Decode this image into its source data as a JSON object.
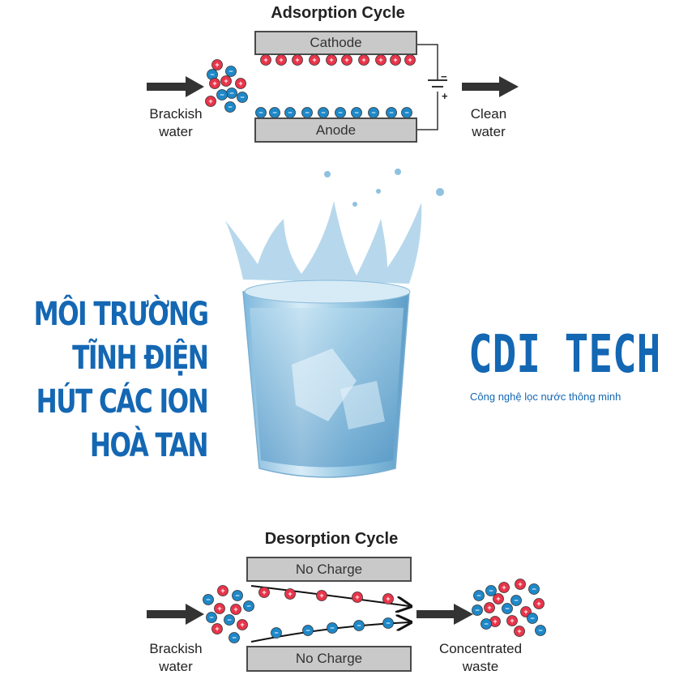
{
  "adsorption": {
    "title": "Adsorption Cycle",
    "top_plate": "Cathode",
    "bottom_plate": "Anode",
    "input_label_line1": "Brackish",
    "input_label_line2": "water",
    "output_label_line1": "Clean",
    "output_label_line2": "water",
    "battery_minus": "−",
    "battery_plus": "+"
  },
  "headline": {
    "line1": "MÔI TRƯỜNG",
    "line2": "TĨNH ĐIỆN",
    "line3": "HÚT CÁC ION",
    "line4": "HOÀ TAN"
  },
  "brand": {
    "name": "CDI TECH",
    "tagline": "Công nghệ lọc nước thông minh"
  },
  "desorption": {
    "title": "Desorption Cycle",
    "top_plate": "No Charge",
    "bottom_plate": "No Charge",
    "input_label_line1": "Brackish",
    "input_label_line2": "water",
    "output_label_line1": "Concentrated",
    "output_label_line2": "waste"
  },
  "ions": {
    "positive_symbol": "+",
    "negative_symbol": "−",
    "positive_color": "#e8344a",
    "negative_color": "#1e88c8"
  },
  "colors": {
    "accent_blue": "#1467b3",
    "plate_gray": "#c9c9c9",
    "water_blue": "#a9d2ea"
  }
}
